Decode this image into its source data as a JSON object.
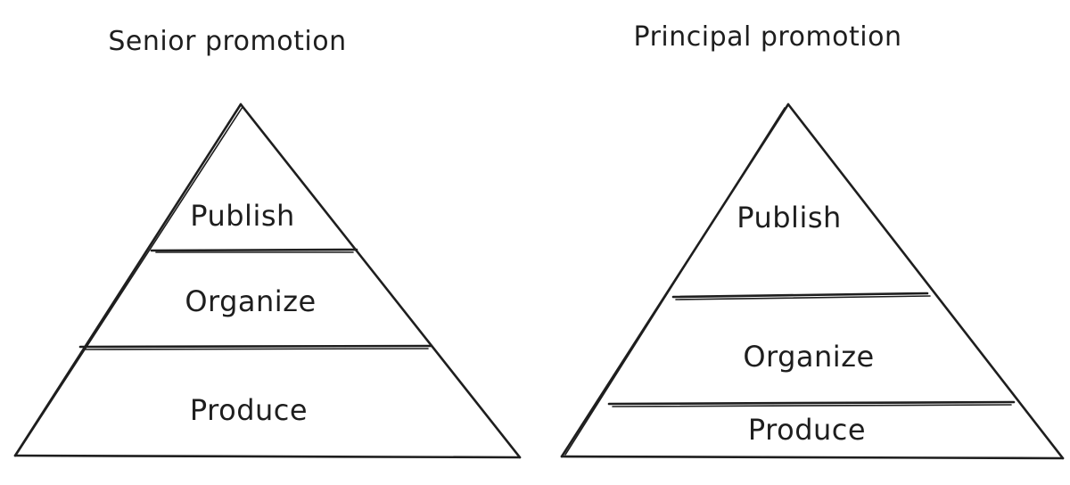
{
  "diagrams": [
    {
      "title": "Senior promotion",
      "tiers_top_to_bottom": [
        "Publish",
        "Organize",
        "Produce"
      ]
    },
    {
      "title": "Principal promotion",
      "tiers_top_to_bottom": [
        "Publish",
        "Organize",
        "Produce"
      ]
    }
  ]
}
